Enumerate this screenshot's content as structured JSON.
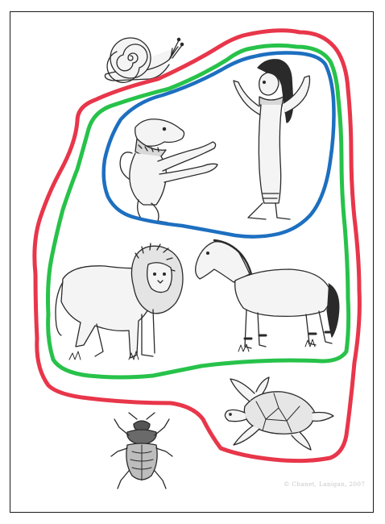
{
  "figure": {
    "credit_text": "© Chanet, Lanigan, 2007",
    "colors": {
      "outer_boundary": "#e8364a",
      "middle_boundary": "#27c24a",
      "inner_boundary": "#1d6fc0",
      "drawing_line": "#2a2a2a",
      "drawing_fill": "#f4f4f4",
      "frame": "#1a1a1a"
    },
    "regions": [
      {
        "id": "outer",
        "color_name": "red"
      },
      {
        "id": "middle",
        "color_name": "green"
      },
      {
        "id": "inner",
        "color_name": "blue"
      }
    ],
    "figures": [
      {
        "name": "snail",
        "icon": "snail-icon",
        "region": "outside"
      },
      {
        "name": "baboon",
        "icon": "baboon-icon",
        "region": "inner"
      },
      {
        "name": "egyptian-woman",
        "icon": "egyptian-woman-icon",
        "region": "inner"
      },
      {
        "name": "lion",
        "icon": "lion-icon",
        "region": "middle"
      },
      {
        "name": "horse",
        "icon": "horse-icon",
        "region": "middle"
      },
      {
        "name": "sea-turtle",
        "icon": "sea-turtle-icon",
        "region": "outer"
      },
      {
        "name": "scarab-beetle",
        "icon": "scarab-beetle-icon",
        "region": "outside"
      }
    ]
  }
}
